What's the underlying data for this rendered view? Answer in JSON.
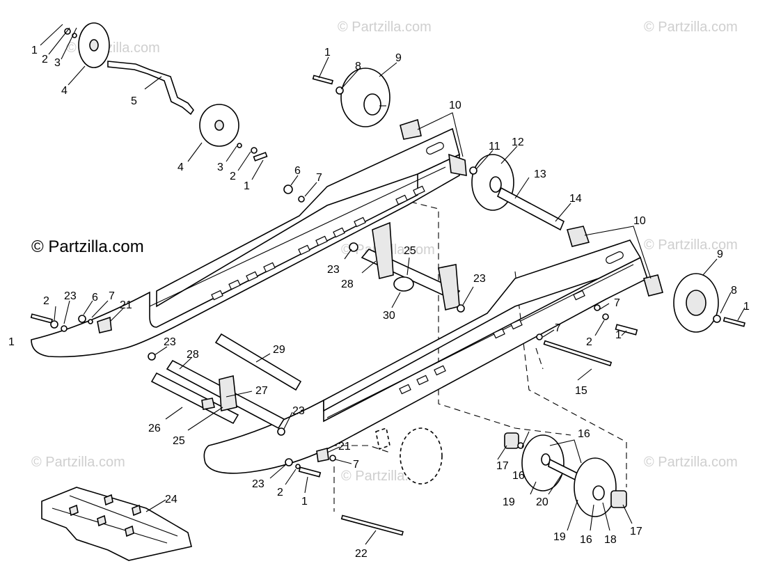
{
  "watermark": "© Partzilla.com",
  "brand_label": "© Partzilla.com",
  "callouts": [
    "1",
    "2",
    "3",
    "4",
    "5",
    "4",
    "3",
    "2",
    "1",
    "1",
    "8",
    "9",
    "10",
    "11",
    "12",
    "13",
    "14",
    "6",
    "7",
    "10",
    "9",
    "8",
    "1",
    "25",
    "23",
    "28",
    "23",
    "30",
    "2",
    "23",
    "6",
    "7",
    "21",
    "1",
    "7",
    "2",
    "1",
    "15",
    "7",
    "23",
    "28",
    "29",
    "27",
    "26",
    "25",
    "23",
    "21",
    "7",
    "23",
    "2",
    "1",
    "24",
    "22",
    "16",
    "17",
    "16",
    "19",
    "20",
    "19",
    "16",
    "18",
    "17"
  ]
}
